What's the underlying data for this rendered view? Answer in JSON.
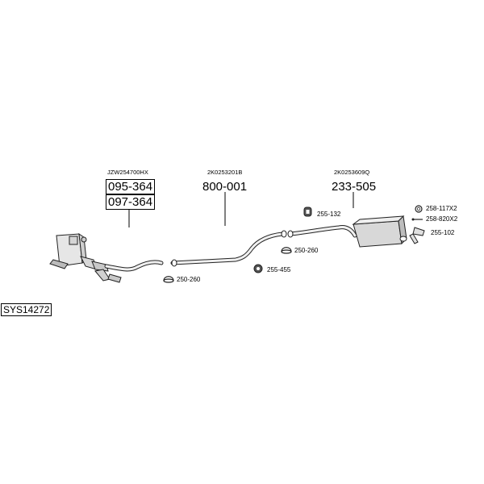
{
  "system_code": "SYS14272",
  "groups": {
    "front": {
      "ref": "JZW254700HX",
      "parts": [
        "095-364",
        "097-364"
      ]
    },
    "middle": {
      "ref": "2K0253201B",
      "part": "800-001"
    },
    "rear": {
      "ref": "2K0253609Q",
      "part": "233-505"
    }
  },
  "accessories": {
    "clamp_front": "250-260",
    "clamp_middle": "250-260",
    "rubber_mount": "255-455",
    "hanger_top": "255-132",
    "bolt": "258-117X2",
    "screw": "258-820X2",
    "bracket": "255-102"
  }
}
